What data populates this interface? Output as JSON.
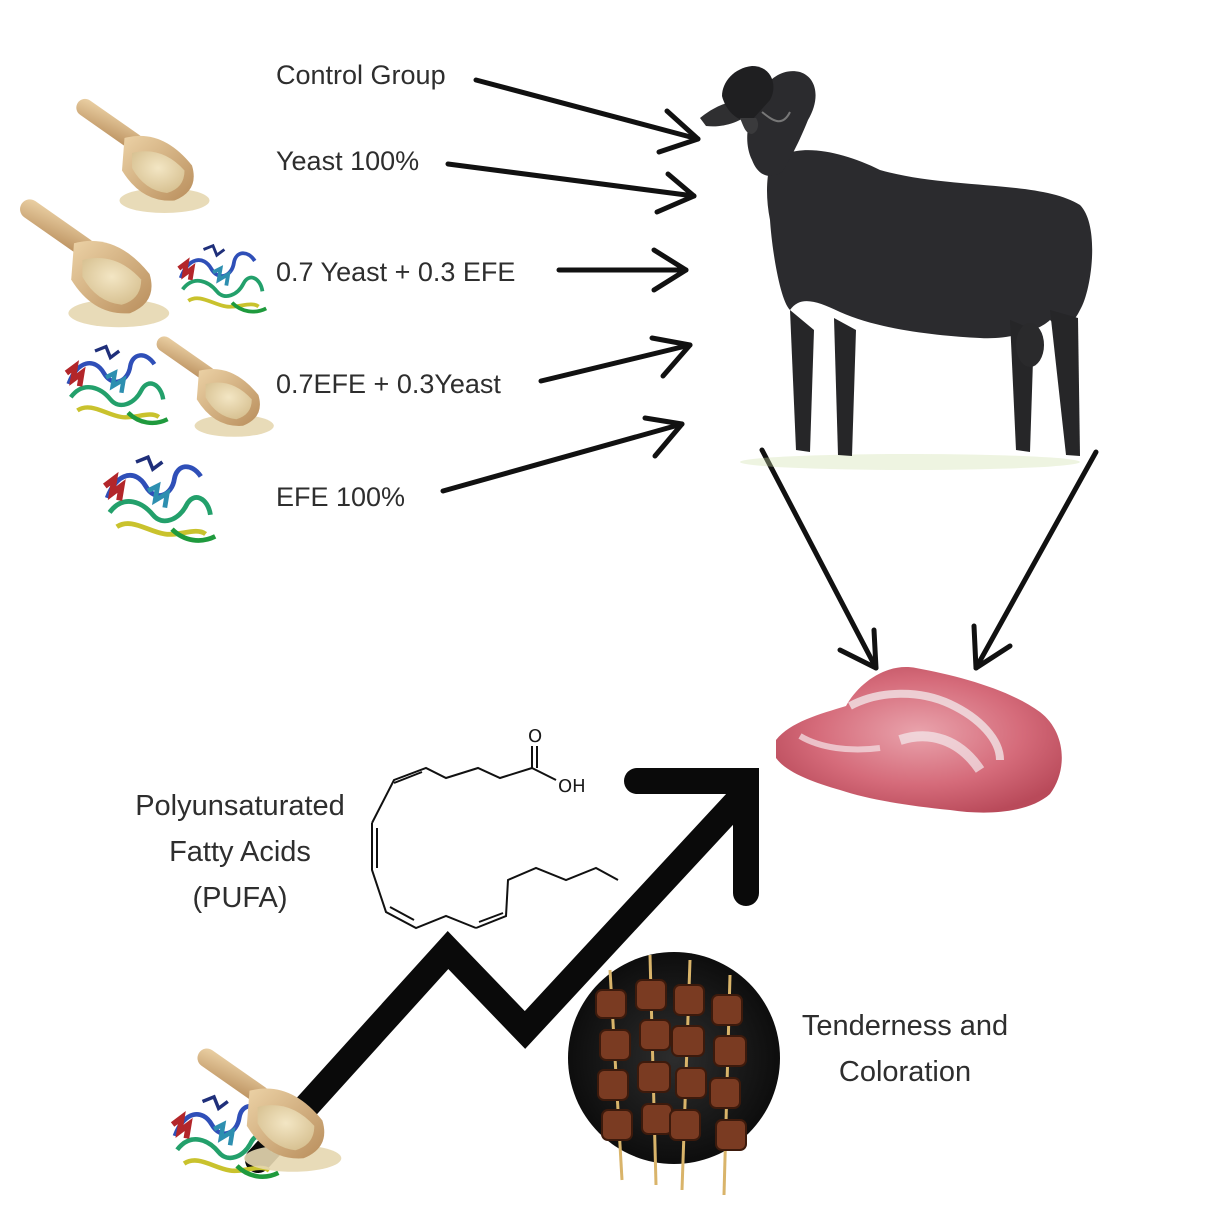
{
  "groups": [
    {
      "label": "Control Group"
    },
    {
      "label": "Yeast 100%"
    },
    {
      "label": "0.7 Yeast + 0.3 EFE"
    },
    {
      "label": "0.7EFE + 0.3Yeast"
    },
    {
      "label": "EFE 100%"
    }
  ],
  "pufa": {
    "line1": "Polyunsaturated",
    "line2": "Fatty Acids",
    "line3": "(PUFA)"
  },
  "molecule": {
    "carbonyl_o": "O",
    "hydroxyl": "OH"
  },
  "outcome": {
    "line1": "Tenderness and",
    "line2": "Coloration"
  },
  "colors": {
    "arrow": "#111111",
    "sheep": "#2a2a2c",
    "meat": "#c9485b",
    "yeast": "#e3d2a8",
    "scoop": "#d9b98a",
    "kebab": "#7a3b22"
  },
  "icons": [
    "yeast-scoop-icon",
    "efe-protein-icon",
    "sheep-icon",
    "meat-icon",
    "pufa-molecule-icon",
    "kebab-plate-icon",
    "trend-arrow-icon"
  ]
}
